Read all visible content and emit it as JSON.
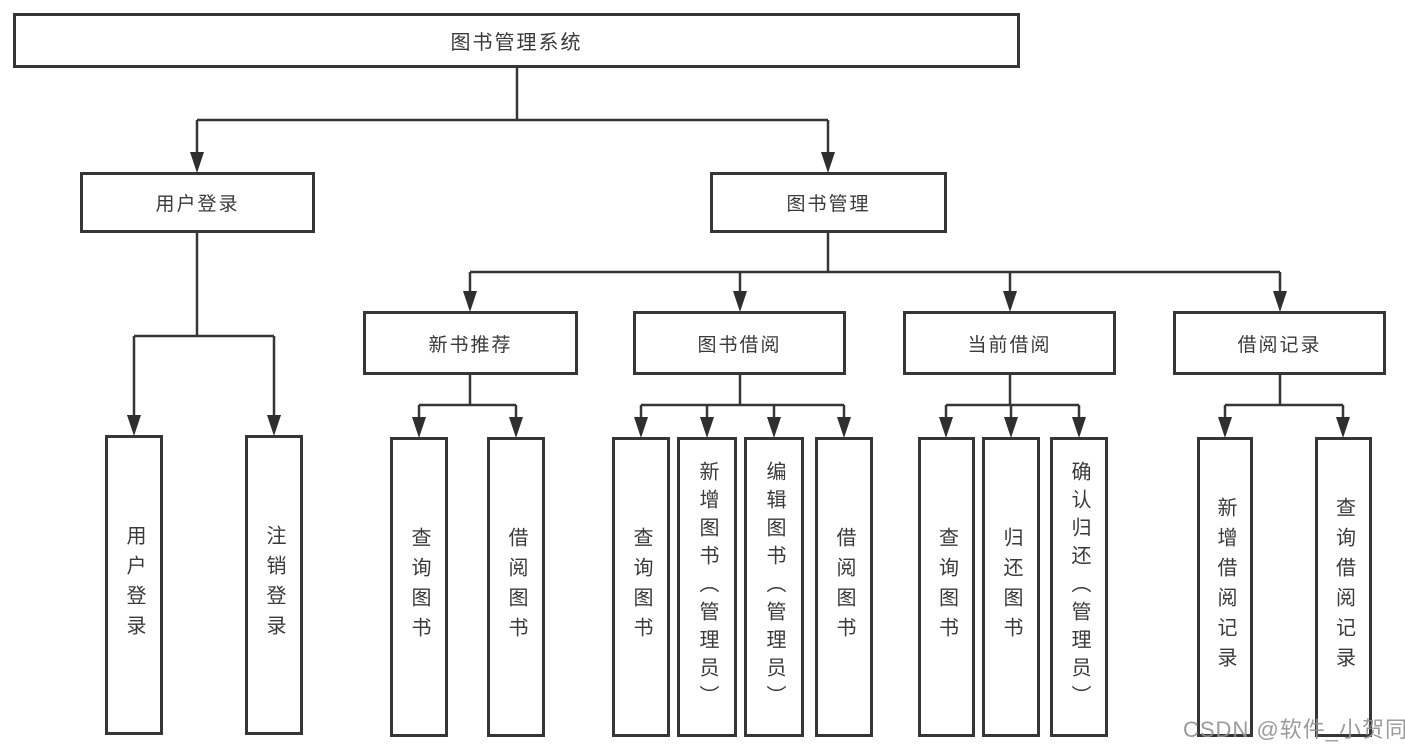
{
  "diagram": {
    "title": "图书管理系统",
    "nodes": {
      "root": "图书管理系统",
      "user_login": "用户登录",
      "book_mgmt": "图书管理",
      "new_book_rec": "新书推荐",
      "book_borrow": "图书借阅",
      "current_borrow": "当前借阅",
      "borrow_record": "借阅记录",
      "leaf_user_login": "用户登录",
      "leaf_logout": "注销登录",
      "leaf_nb_query": "查询图书",
      "leaf_nb_borrow": "借阅图书",
      "leaf_bb_query": "查询图书",
      "leaf_bb_add": "新增图书（管理员）",
      "leaf_bb_edit": "编辑图书（管理员）",
      "leaf_bb_borrow": "借阅图书",
      "leaf_cb_query": "查询图书",
      "leaf_cb_return": "归还图书",
      "leaf_cb_confirm": "确认归还（管理员）",
      "leaf_br_add": "新增借阅记录",
      "leaf_br_query": "查询借阅记录"
    },
    "hierarchy": {
      "图书管理系统": {
        "用户登录": [
          "用户登录",
          "注销登录"
        ],
        "图书管理": {
          "新书推荐": [
            "查询图书",
            "借阅图书"
          ],
          "图书借阅": [
            "查询图书",
            "新增图书（管理员）",
            "编辑图书（管理员）",
            "借阅图书"
          ],
          "当前借阅": [
            "查询图书",
            "归还图书",
            "确认归还（管理员）"
          ],
          "借阅记录": [
            "新增借阅记录",
            "查询借阅记录"
          ]
        }
      }
    },
    "colors": {
      "line": "#363636",
      "box_border": "#363636",
      "text": "#3a3a3a",
      "background": "#ffffff",
      "watermark": "#919191"
    }
  },
  "watermark": "CSDN @软件_小贺同学"
}
